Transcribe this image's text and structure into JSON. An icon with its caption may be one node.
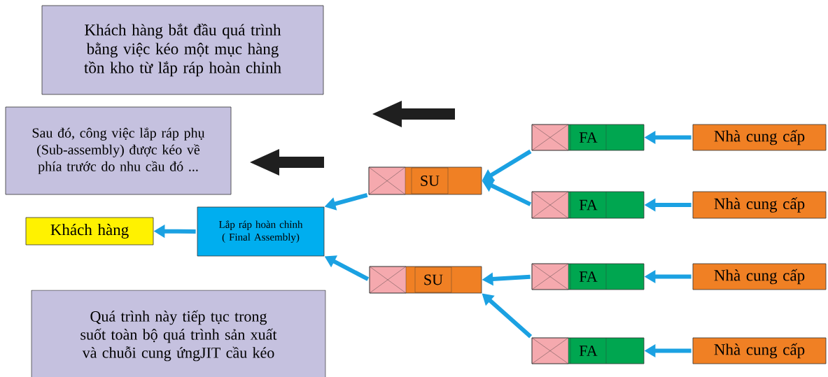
{
  "diagram": {
    "nodes": [
      {
        "text": [
          "Khách hàng bắt đầu quá trình bằng việc kéo một mục hàng tồn kho từ lắp ráp hoàn chỉnh"
        ]
      },
      {
        "text": [
          "Sau đó, công việc lắp ráp phụ (Sub-assembly) được kéo về phía trước do nhu cầu đó ..."
        ]
      },
      {
        "text": [
          "Khách hàng"
        ]
      },
      {
        "text": [
          "Lắp ráp hoàn chỉnh ( Final Assembly)"
        ]
      },
      {
        "text": [
          "SU"
        ]
      },
      {
        "text": [
          "SU"
        ]
      },
      {
        "text": [
          "FA"
        ]
      },
      {
        "text": [
          "FA"
        ]
      },
      {
        "text": [
          "FA"
        ]
      },
      {
        "text": [
          "FA"
        ]
      },
      {
        "text": [
          "Nhà cung cấp"
        ]
      },
      {
        "text": [
          "Nhà cung cấp"
        ]
      },
      {
        "text": [
          "Nhà cung cấp"
        ]
      },
      {
        "text": [
          "Nhà cung cấp"
        ]
      },
      {
        "text": [
          "Quá trình này tiếp tục trong suốt toàn bộ quá trình sản xuất và chuỗi cung ứngJIT cầu kéo"
        ]
      }
    ],
    "edges": [
      {
        "from": 3,
        "to": 2,
        "arrow": "to"
      },
      {
        "from": 4,
        "to": 3,
        "arrow": "to"
      },
      {
        "from": 5,
        "to": 3,
        "arrow": "to"
      },
      {
        "from": 6,
        "to": 4,
        "arrow": "to"
      },
      {
        "from": 7,
        "to": 4,
        "arrow": "to"
      },
      {
        "from": 8,
        "to": 5,
        "arrow": "to"
      },
      {
        "from": 9,
        "to": 5,
        "arrow": "to"
      },
      {
        "from": 10,
        "to": 6,
        "arrow": "to"
      },
      {
        "from": 11,
        "to": 7,
        "arrow": "to"
      },
      {
        "from": 12,
        "to": 8,
        "arrow": "to"
      },
      {
        "from": 13,
        "to": 9,
        "arrow": "to"
      }
    ]
  }
}
